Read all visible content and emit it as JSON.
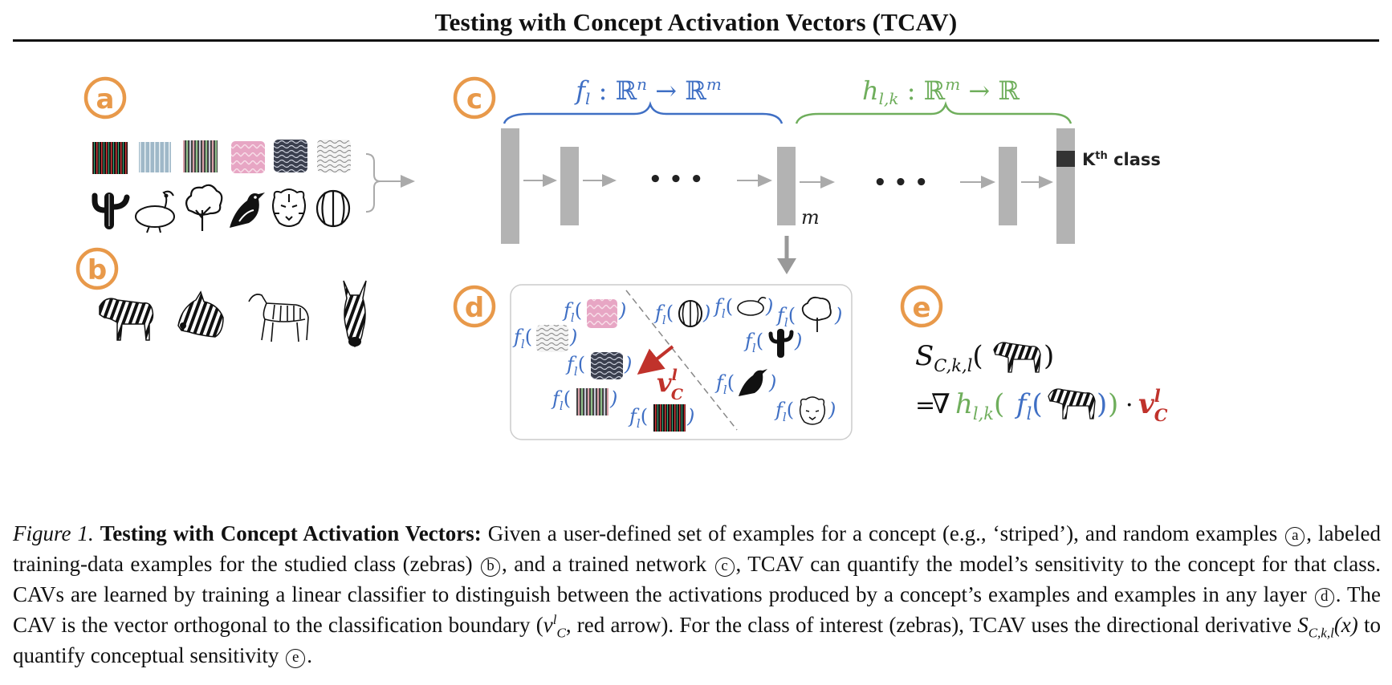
{
  "page": {
    "title": "Testing with Concept Activation Vectors (TCAV)"
  },
  "panels": {
    "a": "a",
    "b": "b",
    "c": "c",
    "d": "d",
    "e": "e"
  },
  "network": {
    "f_map": "f",
    "f_sub": "l",
    "f_domain": " : ℝ",
    "f_n": "n",
    "f_arrow": " → ℝ",
    "f_m": "m",
    "h_map": "h",
    "h_sub": "l,k",
    "h_domain": " : ℝ",
    "h_m": "m",
    "h_arrow": " → ℝ",
    "dots": "• • •",
    "layer_dim": "m",
    "class_label": "K",
    "class_label_sup": "th",
    "class_label_rest": " class"
  },
  "panel_d": {
    "f_label": "f",
    "f_sub": "l",
    "cav_v": "v",
    "cav_sup": "l",
    "cav_sub": "C"
  },
  "panel_e": {
    "s_label": "S",
    "s_sub": "C,k,l",
    "eq": "=",
    "nabla": "∇",
    "h": "h",
    "h_sub": "l,k",
    "f": "f",
    "f_sub": "l",
    "dot": "·",
    "v": "v",
    "v_sup": "l",
    "v_sub": "C"
  },
  "caption": {
    "fig_label": "Figure 1.",
    "bold_lead": "Testing with Concept Activation Vectors:",
    "part1": " Given a user-defined set of examples for a concept (e.g., ‘striped’), and random examples ",
    "circ_a": "a",
    "part2": ", labeled training-data examples for the studied class (zebras) ",
    "circ_b": "b",
    "part3": ", and a trained network ",
    "circ_c": "c",
    "part4": ", TCAV can quantify the model’s sensitivity to the concept for that class. CAVs are learned by training a linear classifier to distinguish between the activations produced by a concept’s examples and examples in any layer ",
    "circ_d": "d",
    "part5": ". The CAV is the vector orthogonal to the classification boundary (",
    "cav_v": "v",
    "cav_sup": "l",
    "cav_sub": "C",
    "part6": ", red arrow). For the class of interest (zebras), TCAV uses the directional derivative ",
    "s_S": "S",
    "s_sub": "C,k,l",
    "s_arg": "(x)",
    "part7": " to quantify conceptual sensitivity ",
    "circ_e": "e",
    "part8": "."
  },
  "colors": {
    "orange": "#E8994A",
    "blue": "#3F6FC4",
    "green": "#6FAE5C",
    "red": "#C0322B",
    "layer_gray": "#B3B3B3"
  },
  "icons": {
    "texture_swatches": [
      "dark-stripes-swatch",
      "blue-stripes-swatch",
      "multicolor-stripes-swatch",
      "pink-zigzag-swatch",
      "dark-wavy-swatch",
      "gray-wavy-swatch"
    ],
    "random_objects": [
      "cactus-icon",
      "dodo-icon",
      "tree-icon",
      "bird-icon",
      "tiger-icon",
      "watermelon-icon"
    ],
    "zebras": [
      "zebra-standing-icon",
      "zebra-head-icon",
      "zebra-outline-icon",
      "zebra-front-icon"
    ]
  }
}
